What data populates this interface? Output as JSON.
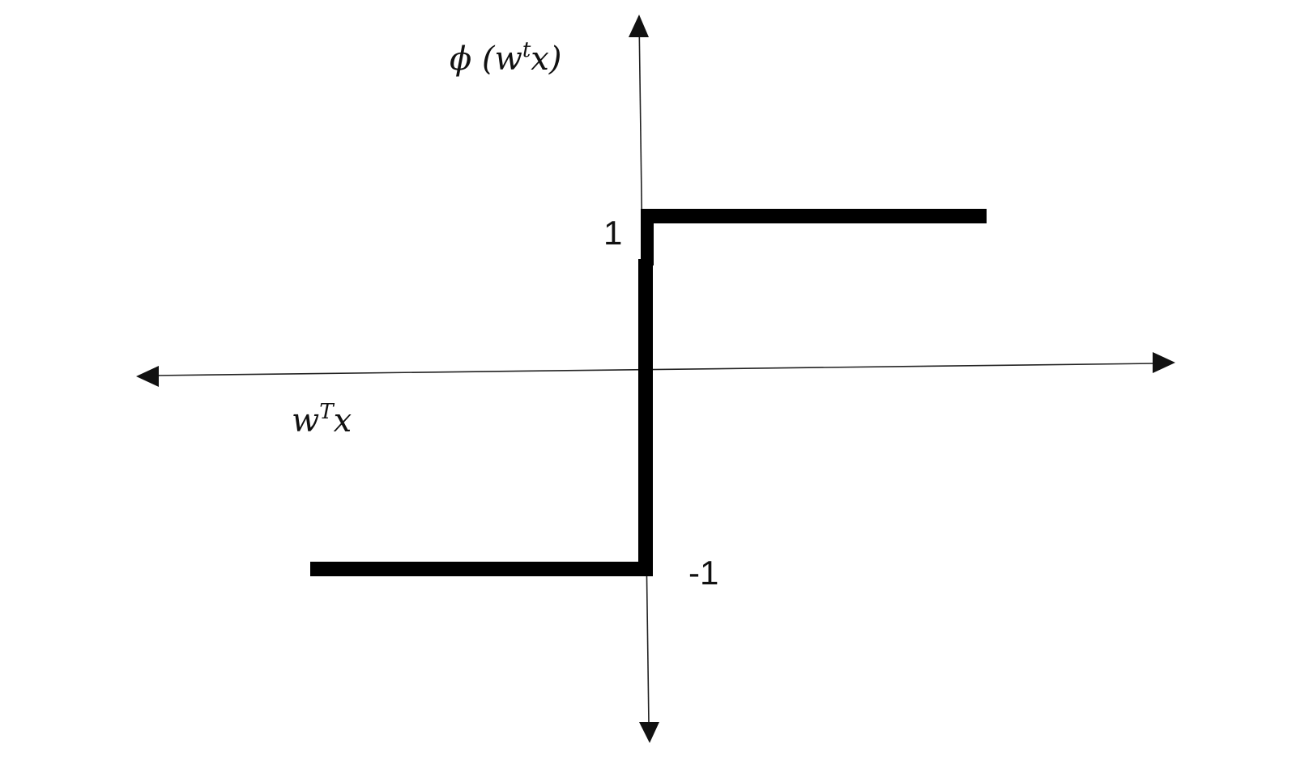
{
  "labels": {
    "y_axis": "ϕ (w",
    "y_axis_sup": "t",
    "y_axis_end": "x)",
    "x_axis": "w",
    "x_axis_sup": "T",
    "x_axis_end": "x",
    "tick_high": "1",
    "tick_low": "-1"
  },
  "function": {
    "type": "step",
    "low_value": -1,
    "high_value": 1,
    "threshold": 0,
    "color": "#000000"
  }
}
